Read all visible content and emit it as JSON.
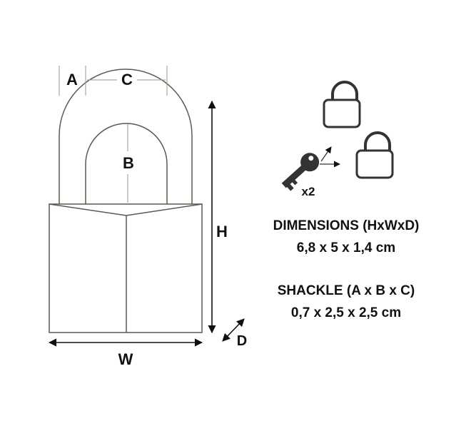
{
  "labels": {
    "a": "A",
    "b": "B",
    "c": "C",
    "h": "H",
    "w": "W",
    "d": "D",
    "keys": "x2"
  },
  "dimensions": {
    "title": "DIMENSIONS (HxWxD)",
    "value": "6,8 x 5 x 1,4 cm"
  },
  "shackle": {
    "title": "SHACKLE (A x B x C)",
    "value": "0,7 x 2,5 x 2,5 cm"
  },
  "colors": {
    "line": "#5a5a4e",
    "ink": "#111111",
    "icon": "#333333"
  },
  "icons": [
    "padlock-icon",
    "padlock-icon",
    "key-icon"
  ]
}
